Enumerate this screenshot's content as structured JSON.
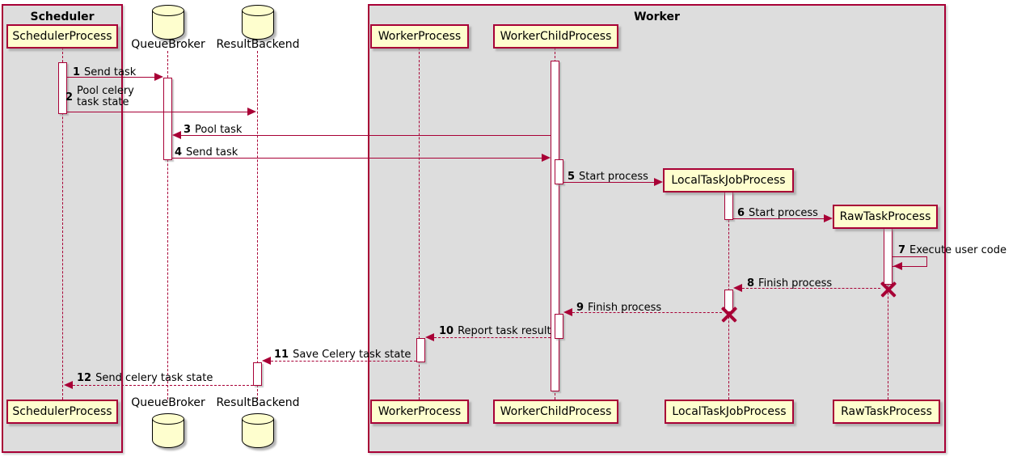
{
  "frames": {
    "scheduler": {
      "title": "Scheduler"
    },
    "worker": {
      "title": "Worker"
    }
  },
  "participants": {
    "scheduler_process": "SchedulerProcess",
    "queue_broker": "QueueBroker",
    "result_backend": "ResultBackend",
    "worker_process": "WorkerProcess",
    "worker_child_process": "WorkerChildProcess",
    "local_task_job_process": "LocalTaskJobProcess",
    "raw_task_process": "RawTaskProcess"
  },
  "messages": [
    {
      "num": "1",
      "text": "Send task"
    },
    {
      "num": "2",
      "lines": [
        "Pool celery",
        "task state"
      ]
    },
    {
      "num": "3",
      "text": "Pool task"
    },
    {
      "num": "4",
      "text": "Send task"
    },
    {
      "num": "5",
      "text": "Start process"
    },
    {
      "num": "6",
      "text": "Start process"
    },
    {
      "num": "7",
      "text": "Execute user code"
    },
    {
      "num": "8",
      "text": "Finish process"
    },
    {
      "num": "9",
      "text": "Finish process"
    },
    {
      "num": "10",
      "text": "Report task result"
    },
    {
      "num": "11",
      "text": "Save Celery task state"
    },
    {
      "num": "12",
      "text": "Send celery task state"
    }
  ],
  "colors": {
    "accent": "#A80036",
    "participant-fill": "#FEFECE",
    "frame-fill": "#DDDDDD",
    "activation-fill": "#FFFFFF",
    "cylinder-border": "#000000",
    "text": "#000000"
  }
}
